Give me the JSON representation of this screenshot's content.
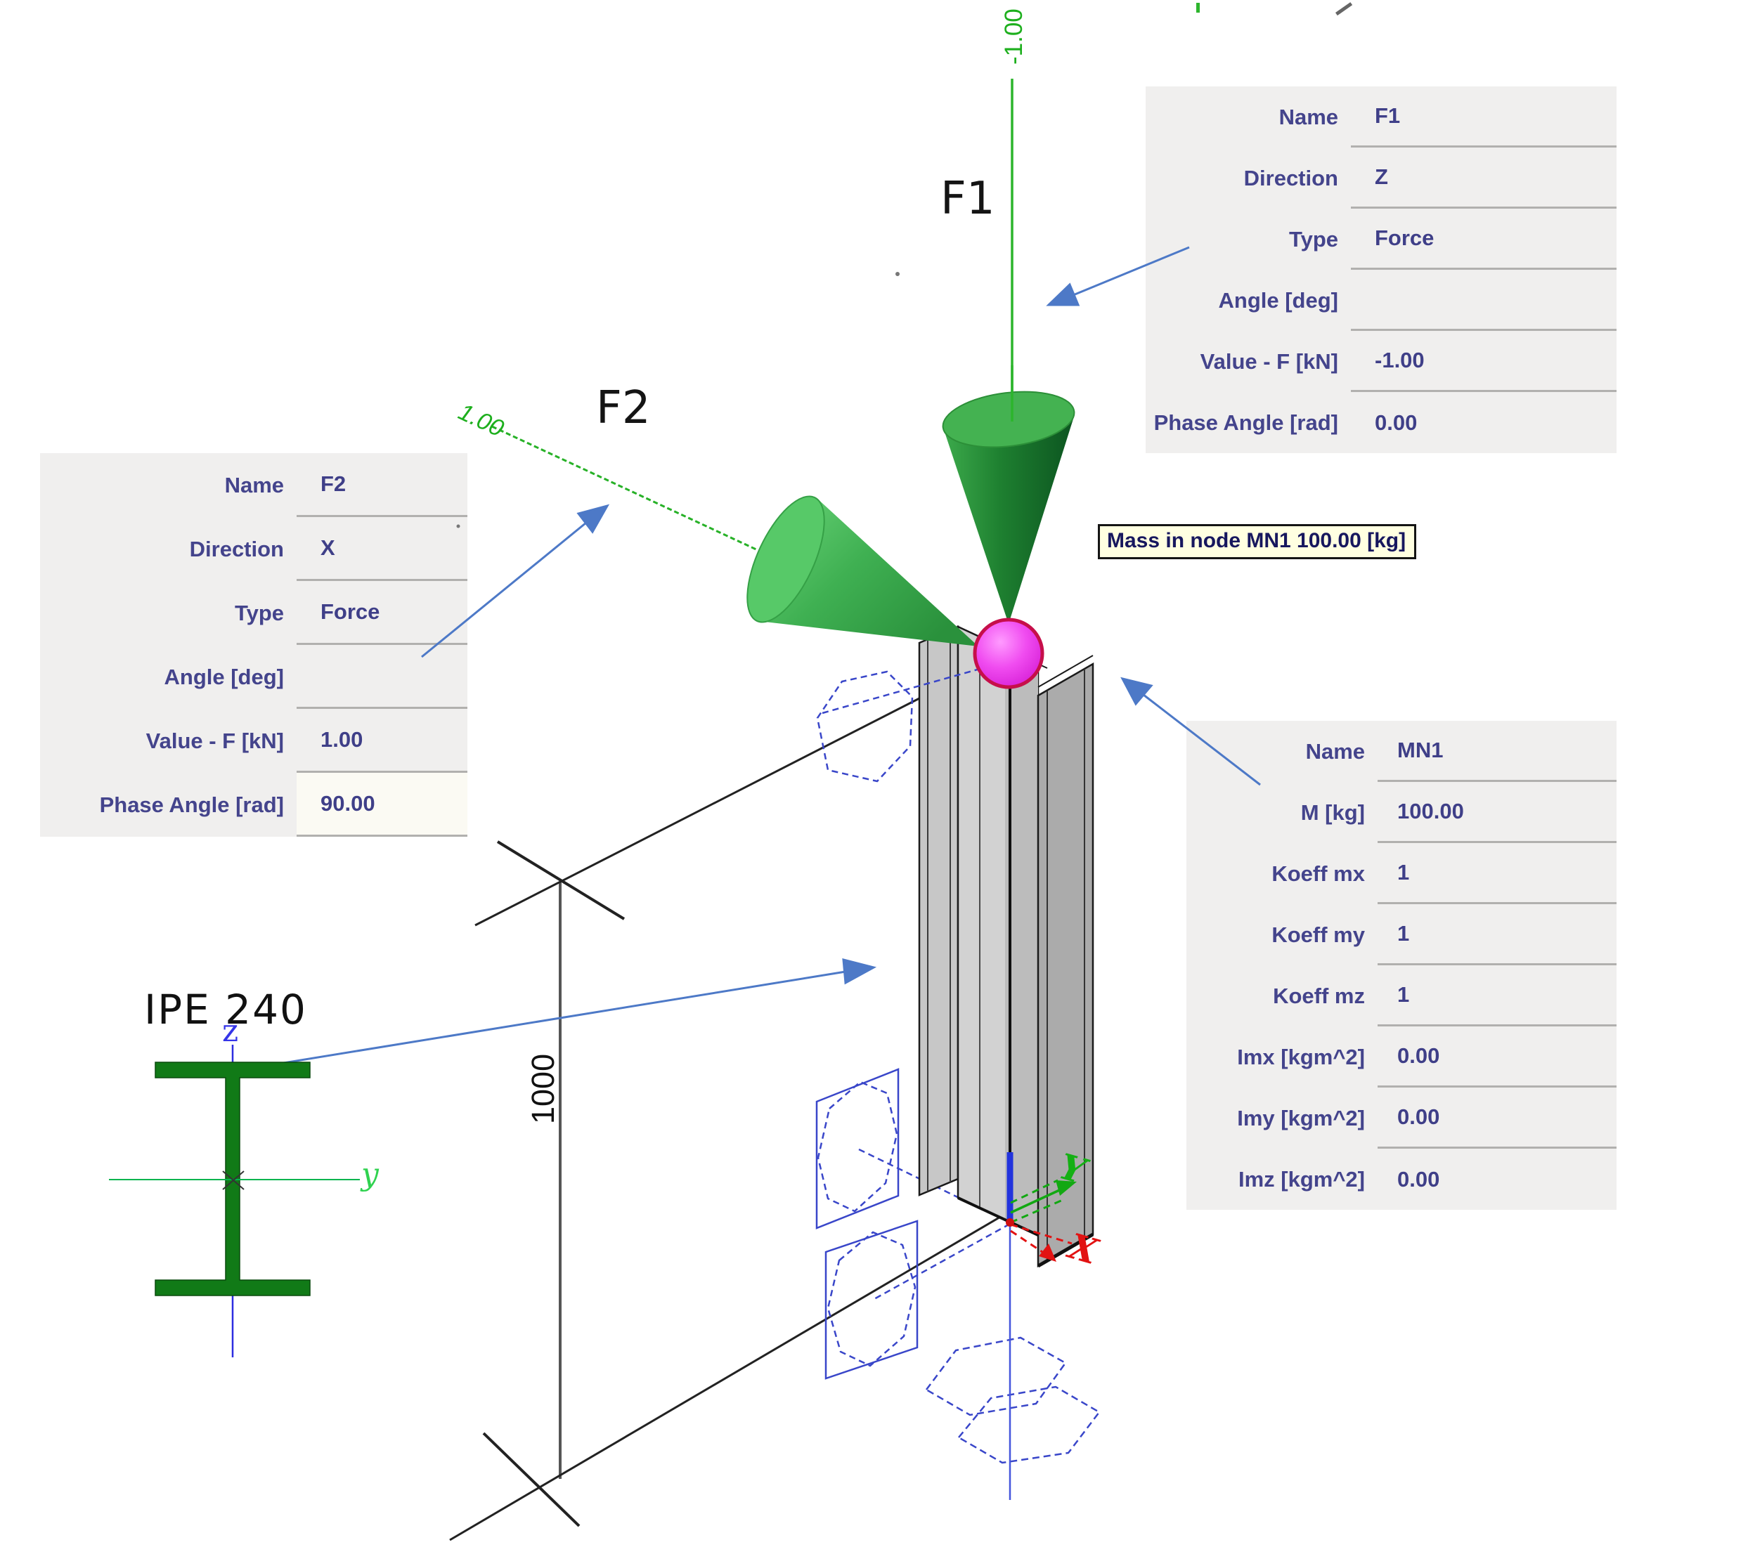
{
  "scene": {
    "force1_label": "F1",
    "force2_label": "F2",
    "force1_value_label": "-1.00",
    "force2_value_label": "1.00",
    "dimension_label": "1000",
    "section_label": "IPE 240",
    "axis_x_label": "X",
    "axis_y_label": "Y",
    "section_axis_y_label": "y",
    "section_axis_z_label": "z",
    "tooltip_text": "Mass in node MN1 100.00 [kg]",
    "colors": {
      "force_green": "#2db52d",
      "cone_dark_green": "#145c26",
      "cone_light_green": "#57c968",
      "node_magenta": "#e633e6",
      "node_ring_crimson": "#c60f4a",
      "annotation_blue": "#4d79c7",
      "wireframe_blue": "#3946c9",
      "beam_gray": "#c7c7c7",
      "table_bg": "#f0efee",
      "table_text": "#44448c",
      "tooltip_bg": "#ffffe1",
      "section_green": "#117a17",
      "axis_red": "#e21212",
      "axis_green": "#14b014",
      "axis_z_blue": "#3535e8"
    }
  },
  "tables": {
    "f1": {
      "rows": [
        {
          "label": "Name",
          "value": "F1"
        },
        {
          "label": "Direction",
          "value": "Z"
        },
        {
          "label": "Type",
          "value": "Force"
        },
        {
          "label": "Angle [deg]",
          "value": ""
        },
        {
          "label": "Value - F [kN]",
          "value": "-1.00"
        },
        {
          "label": "Phase Angle [rad]",
          "value": "0.00"
        }
      ]
    },
    "f2": {
      "rows": [
        {
          "label": "Name",
          "value": "F2"
        },
        {
          "label": "Direction",
          "value": "X"
        },
        {
          "label": "Type",
          "value": "Force"
        },
        {
          "label": "Angle [deg]",
          "value": ""
        },
        {
          "label": "Value - F [kN]",
          "value": "1.00"
        },
        {
          "label": "Phase Angle [rad]",
          "value": "90.00"
        }
      ]
    },
    "mn1": {
      "rows": [
        {
          "label": "Name",
          "value": "MN1"
        },
        {
          "label": "M [kg]",
          "value": "100.00"
        },
        {
          "label": "Koeff mx",
          "value": "1"
        },
        {
          "label": "Koeff my",
          "value": "1"
        },
        {
          "label": "Koeff mz",
          "value": "1"
        },
        {
          "label": "Imx [kgm^2]",
          "value": "0.00"
        },
        {
          "label": "Imy [kgm^2]",
          "value": "0.00"
        },
        {
          "label": "Imz [kgm^2]",
          "value": "0.00"
        }
      ]
    }
  }
}
